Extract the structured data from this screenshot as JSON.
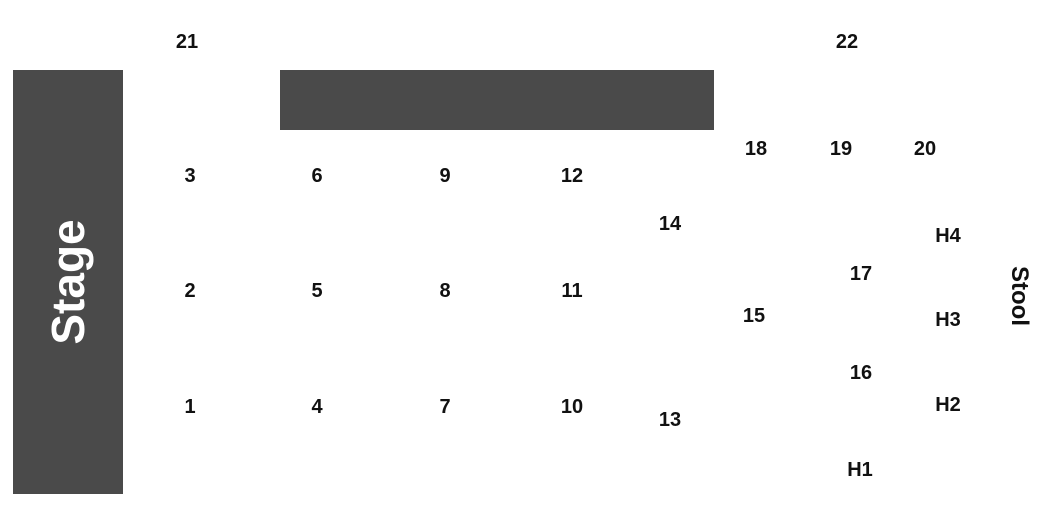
{
  "stage": {
    "label": "Stage"
  },
  "stool": {
    "label": "Stool"
  },
  "seats": {
    "s1": "1",
    "s2": "2",
    "s3": "3",
    "s4": "4",
    "s5": "5",
    "s6": "6",
    "s7": "7",
    "s8": "8",
    "s9": "9",
    "s10": "10",
    "s11": "11",
    "s12": "12",
    "s13": "13",
    "s14": "14",
    "s15": "15",
    "s16": "16",
    "s17": "17",
    "s18": "18",
    "s19": "19",
    "s20": "20",
    "s21": "21",
    "s22": "22",
    "sH1": "H1",
    "sH2": "H2",
    "sH3": "H3",
    "sH4": "H4"
  },
  "colors": {
    "block": "#4a4a4a",
    "text": "#111111",
    "background": "#ffffff"
  }
}
